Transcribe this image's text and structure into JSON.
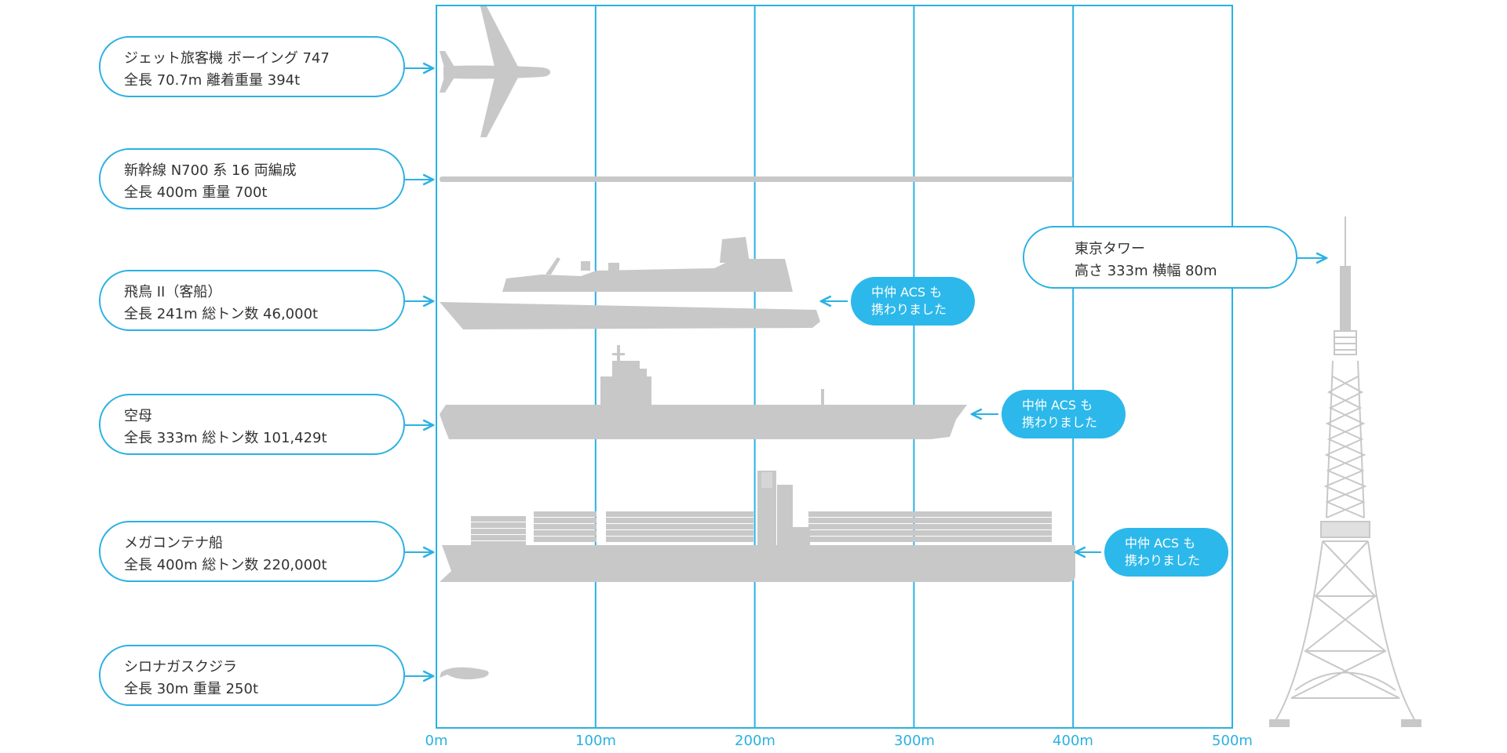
{
  "colors": {
    "accent": "#2ab1e3",
    "badge": "#2cb8ea",
    "silhouette": "#c8c8c8",
    "text": "#333333"
  },
  "chart_data": {
    "type": "bar",
    "xlim": [
      0,
      500
    ],
    "x_ticks": [
      "0m",
      "100m",
      "200m",
      "300m",
      "400m",
      "500m"
    ],
    "categories": [
      "ジェット旅客機 ボーイング 747",
      "新幹線 N700 系 16 両編成",
      "飛鳥 II（客船）",
      "空母",
      "メガコンテナ船",
      "シロナガスクジラ"
    ],
    "values": [
      70.7,
      400,
      241,
      333,
      400,
      30
    ],
    "grid": true
  },
  "items": [
    {
      "line1": "ジェット旅客機 ボーイング 747",
      "line2": "全長 70.7m  離着重量 394t",
      "icon": "airplane-icon"
    },
    {
      "line1": "新幹線 N700 系  16 両編成",
      "line2": "全長 400m     重量 700t",
      "icon": "train-icon"
    },
    {
      "line1": "飛鳥 II（客船）",
      "line2": "全長 241m  総トン数 46,000t",
      "icon": "cruise-ship-icon"
    },
    {
      "line1": "空母",
      "line2": "全長 333m   総トン数 101,429t",
      "icon": "aircraft-carrier-icon"
    },
    {
      "line1": "メガコンテナ船",
      "line2": "全長 400m   総トン数 220,000t",
      "icon": "container-ship-icon"
    },
    {
      "line1": "シロナガスクジラ",
      "line2": "全長 30m  重量 250t",
      "icon": "whale-icon"
    }
  ],
  "tower": {
    "line1": "東京タワー",
    "line2": "高さ 333m   横幅 80m",
    "icon": "tokyo-tower-icon"
  },
  "badges": [
    {
      "line1": "中仲 ACS も",
      "line2": "携わりました"
    },
    {
      "line1": "中仲 ACS も",
      "line2": "携わりました"
    },
    {
      "line1": "中仲 ACS も",
      "line2": "携わりました"
    }
  ]
}
